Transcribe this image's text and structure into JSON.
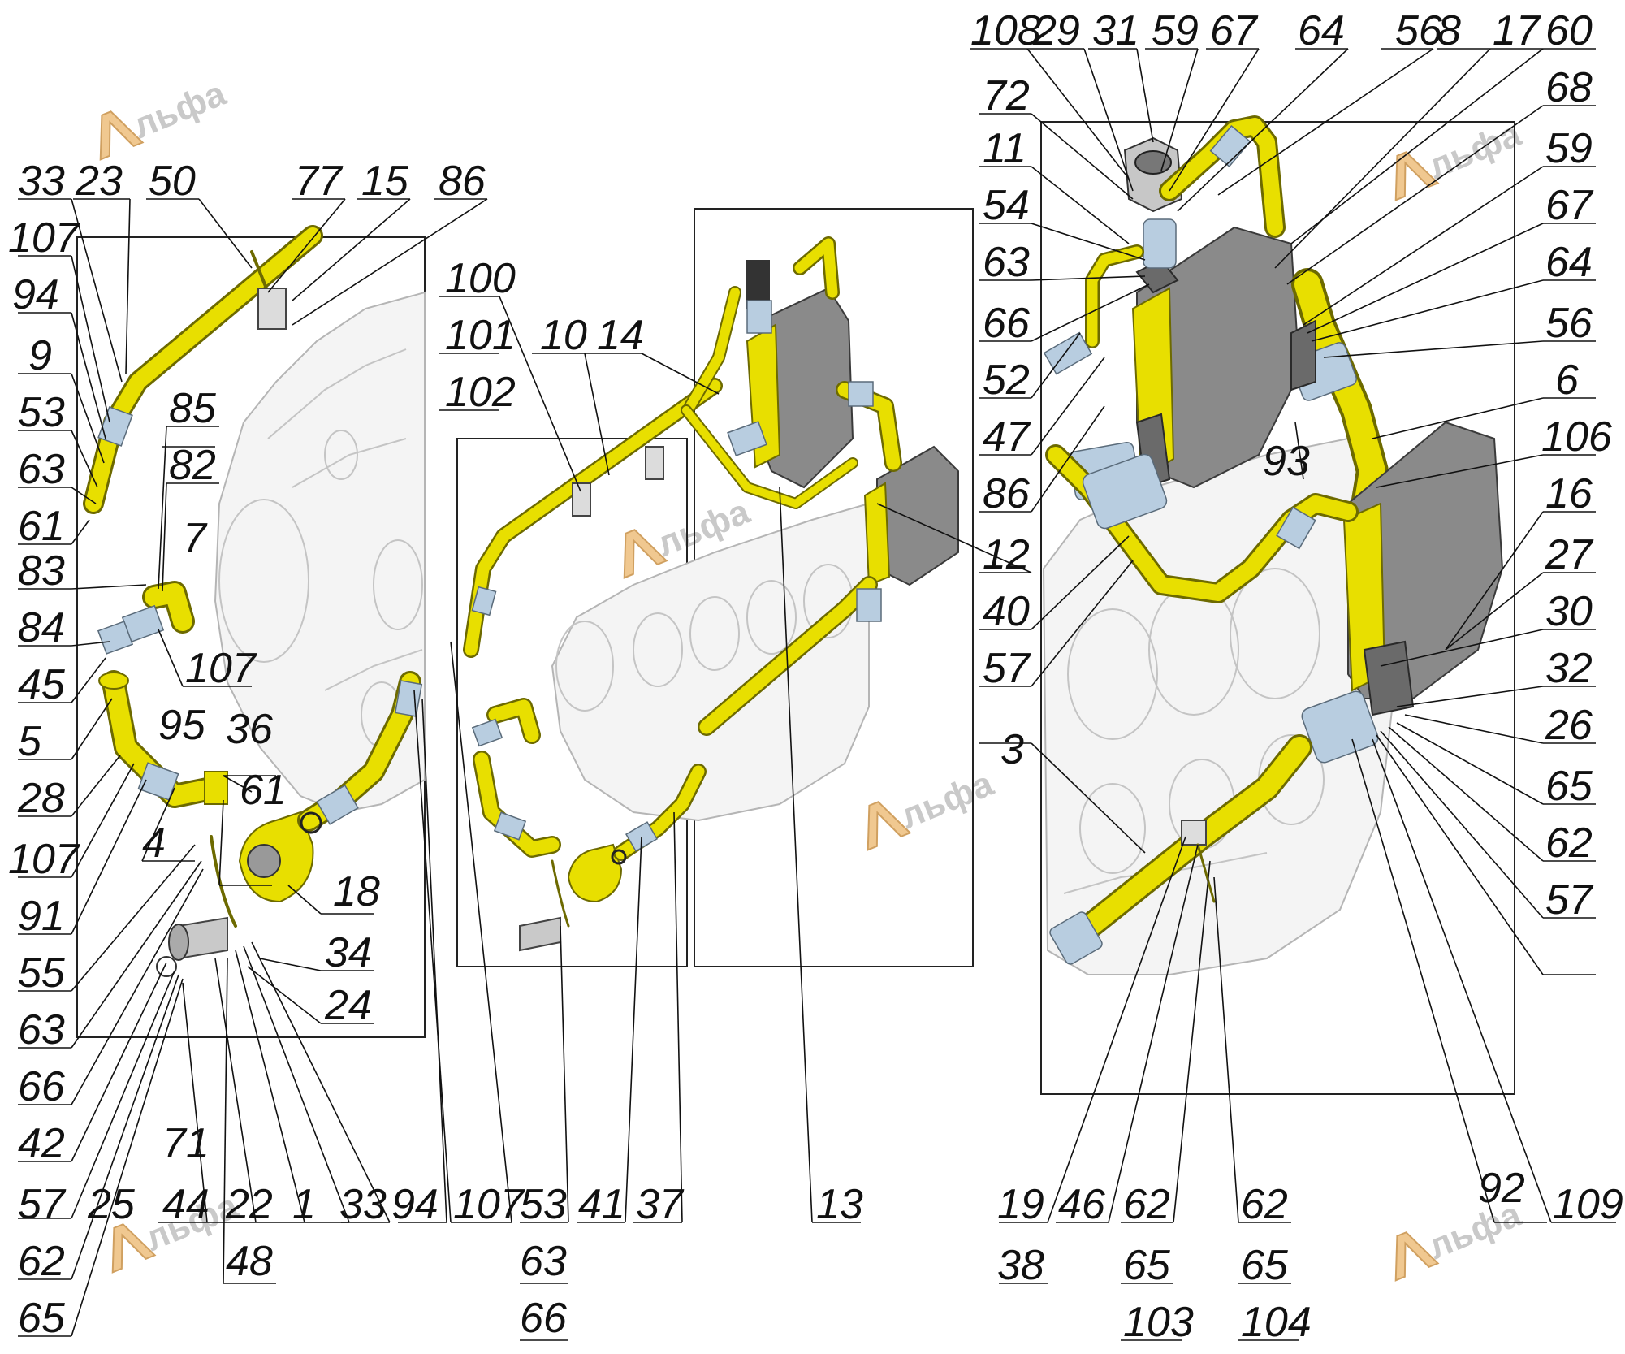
{
  "watermark": {
    "text": "льфа",
    "letter": "А"
  },
  "callouts": [
    {
      "id": "c1",
      "text": "33"
    },
    {
      "id": "c2",
      "text": "23"
    },
    {
      "id": "c3",
      "text": "50"
    },
    {
      "id": "c4",
      "text": "77"
    },
    {
      "id": "c5",
      "text": "15"
    },
    {
      "id": "c6",
      "text": "86"
    },
    {
      "id": "c7",
      "text": "107"
    },
    {
      "id": "c8",
      "text": "94"
    },
    {
      "id": "c9",
      "text": "9"
    },
    {
      "id": "c10",
      "text": "53"
    },
    {
      "id": "c11",
      "text": "63"
    },
    {
      "id": "c12",
      "text": "61"
    },
    {
      "id": "c13",
      "text": "85"
    },
    {
      "id": "c14",
      "text": "82"
    },
    {
      "id": "c15",
      "text": "83"
    },
    {
      "id": "c16",
      "text": "7"
    },
    {
      "id": "c17",
      "text": "84"
    },
    {
      "id": "c18",
      "text": "45"
    },
    {
      "id": "c19",
      "text": "107"
    },
    {
      "id": "c20",
      "text": "5"
    },
    {
      "id": "c21",
      "text": "95"
    },
    {
      "id": "c22",
      "text": "36"
    },
    {
      "id": "c23",
      "text": "28"
    },
    {
      "id": "c24",
      "text": "61"
    },
    {
      "id": "c25",
      "text": "107"
    },
    {
      "id": "c26",
      "text": "4"
    },
    {
      "id": "c27",
      "text": "18"
    },
    {
      "id": "c28",
      "text": "91"
    },
    {
      "id": "c29",
      "text": "55"
    },
    {
      "id": "c30",
      "text": "34"
    },
    {
      "id": "c31",
      "text": "24"
    },
    {
      "id": "c32",
      "text": "63"
    },
    {
      "id": "c33",
      "text": "66"
    },
    {
      "id": "c34",
      "text": "42"
    },
    {
      "id": "c35",
      "text": "71"
    },
    {
      "id": "c36",
      "text": "57"
    },
    {
      "id": "c37",
      "text": "25"
    },
    {
      "id": "c38",
      "text": "44"
    },
    {
      "id": "c39",
      "text": "22"
    },
    {
      "id": "c40",
      "text": "1"
    },
    {
      "id": "c41",
      "text": "33"
    },
    {
      "id": "c42",
      "text": "94"
    },
    {
      "id": "c43",
      "text": "107"
    },
    {
      "id": "c44",
      "text": "53"
    },
    {
      "id": "c45",
      "text": "41"
    },
    {
      "id": "c46",
      "text": "37"
    },
    {
      "id": "c47",
      "text": "13"
    },
    {
      "id": "c48",
      "text": "62"
    },
    {
      "id": "c49",
      "text": "48"
    },
    {
      "id": "c50",
      "text": "63"
    },
    {
      "id": "c51",
      "text": "65"
    },
    {
      "id": "c52",
      "text": "66"
    },
    {
      "id": "c53",
      "text": "100"
    },
    {
      "id": "c54",
      "text": "101"
    },
    {
      "id": "c55",
      "text": "102"
    },
    {
      "id": "c56",
      "text": "10"
    },
    {
      "id": "c57",
      "text": "14"
    },
    {
      "id": "c58",
      "text": "108"
    },
    {
      "id": "c59",
      "text": "29"
    },
    {
      "id": "c60",
      "text": "31"
    },
    {
      "id": "c61",
      "text": "59"
    },
    {
      "id": "c62",
      "text": "67"
    },
    {
      "id": "c63",
      "text": "64"
    },
    {
      "id": "c64",
      "text": "56"
    },
    {
      "id": "c65",
      "text": "8"
    },
    {
      "id": "c66",
      "text": "17"
    },
    {
      "id": "c67",
      "text": "60"
    },
    {
      "id": "c68",
      "text": "68"
    },
    {
      "id": "c69",
      "text": "72"
    },
    {
      "id": "c70",
      "text": "11"
    },
    {
      "id": "c71",
      "text": "54"
    },
    {
      "id": "c72",
      "text": "63"
    },
    {
      "id": "c73",
      "text": "66"
    },
    {
      "id": "c74",
      "text": "52"
    },
    {
      "id": "c75",
      "text": "47"
    },
    {
      "id": "c76",
      "text": "86"
    },
    {
      "id": "c77",
      "text": "12"
    },
    {
      "id": "c78",
      "text": "40"
    },
    {
      "id": "c79",
      "text": "57"
    },
    {
      "id": "c80",
      "text": "3"
    },
    {
      "id": "c81",
      "text": "59"
    },
    {
      "id": "c82",
      "text": "67"
    },
    {
      "id": "c83",
      "text": "64"
    },
    {
      "id": "c84",
      "text": "56"
    },
    {
      "id": "c85",
      "text": "6"
    },
    {
      "id": "c86",
      "text": "106"
    },
    {
      "id": "c87",
      "text": "93"
    },
    {
      "id": "c88",
      "text": "16"
    },
    {
      "id": "c89",
      "text": "27"
    },
    {
      "id": "c90",
      "text": "30"
    },
    {
      "id": "c91",
      "text": "32"
    },
    {
      "id": "c92",
      "text": "26"
    },
    {
      "id": "c93",
      "text": "65"
    },
    {
      "id": "c94",
      "text": "62"
    },
    {
      "id": "c95",
      "text": "57"
    },
    {
      "id": "c96",
      "text": "19"
    },
    {
      "id": "c97",
      "text": "38"
    },
    {
      "id": "c98",
      "text": "46"
    },
    {
      "id": "c99",
      "text": "62"
    },
    {
      "id": "c100",
      "text": "65"
    },
    {
      "id": "c101",
      "text": "103"
    },
    {
      "id": "c102",
      "text": "62"
    },
    {
      "id": "c103",
      "text": "65"
    },
    {
      "id": "c104",
      "text": "104"
    },
    {
      "id": "c105",
      "text": "92"
    },
    {
      "id": "c106",
      "text": "109"
    }
  ]
}
